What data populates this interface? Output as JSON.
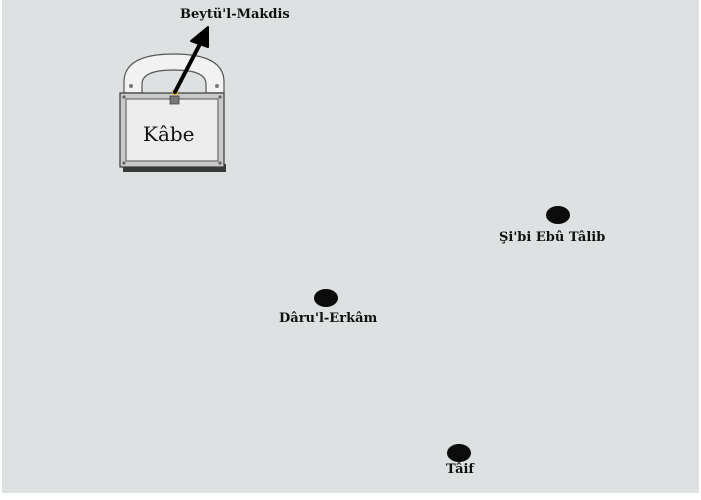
{
  "kabe": {
    "label": "Kâbe"
  },
  "destinations": {
    "beytul_makdis": "Beytü'l-Makdis",
    "sibi_ebu_talib": "Şi'bi Ebû Tâlib",
    "darul_erkam": "Dâru'l-Erkâm",
    "taif": "Tâif"
  }
}
